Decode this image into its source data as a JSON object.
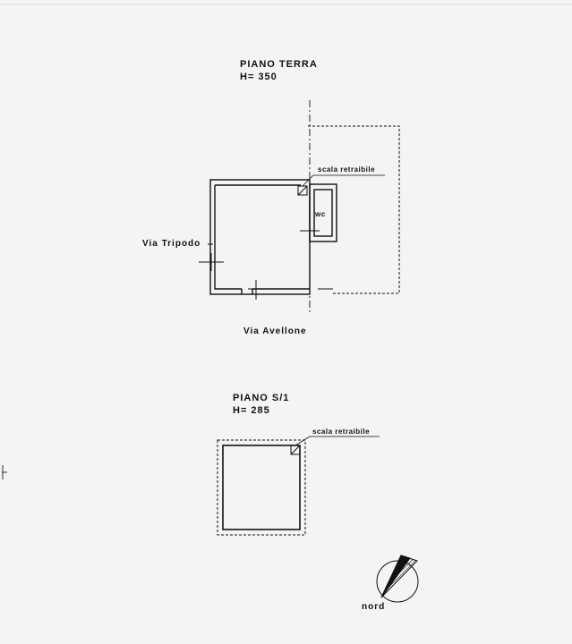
{
  "ground_floor": {
    "title": "PIANO TERRA",
    "height_label": "H= 350",
    "street_west": "Via Tripodo",
    "street_south": "Via Avellone",
    "stair_note": "scala retraibile",
    "wc_label": "wc"
  },
  "basement_floor": {
    "title": "PIANO S/1",
    "height_label": "H= 285",
    "stair_note": "scala retraibile"
  },
  "north_arrow": {
    "label": "nord",
    "icon": "north-arrow-icon"
  },
  "colors": {
    "ink": "#111111",
    "paper": "#f4f4f2"
  }
}
